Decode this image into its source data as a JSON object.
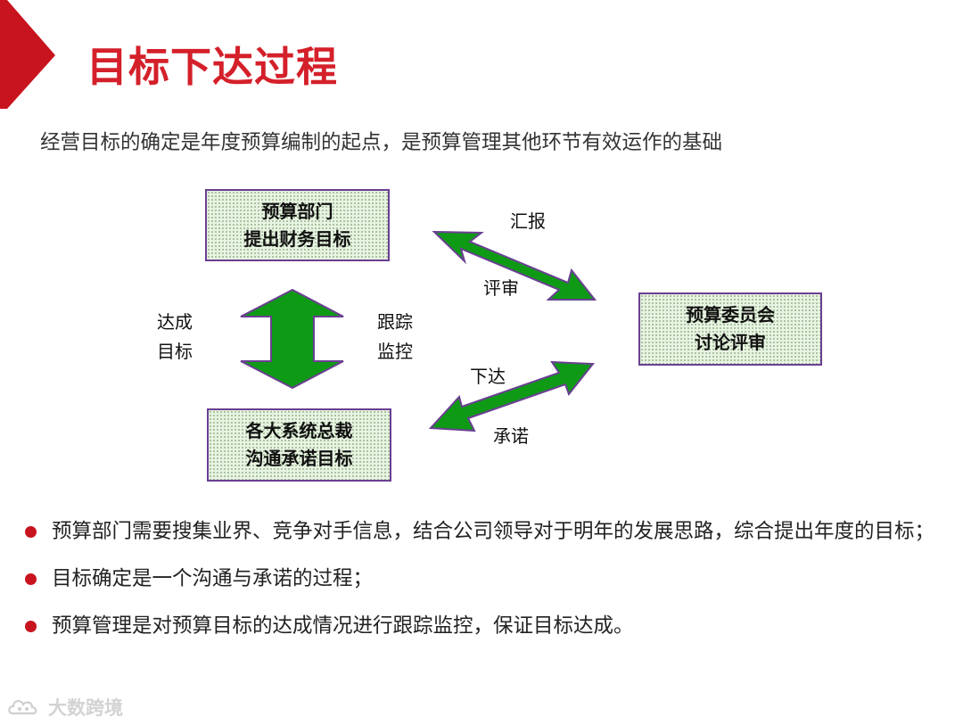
{
  "title": "目标下达过程",
  "subtitle": "经营目标的确定是年度预算编制的起点，是预算管理其他环节有效运作的基础",
  "diagram": {
    "nodes": {
      "budget_dept": {
        "line1": "预算部门",
        "line2": "提出财务目标"
      },
      "budget_committee": {
        "line1": "预算委员会",
        "line2": "讨论评审"
      },
      "system_heads": {
        "line1": "各大系统总裁",
        "line2": "沟通承诺目标"
      }
    },
    "labels": {
      "achieve": {
        "line1": "达成",
        "line2": "目标"
      },
      "track": {
        "line1": "跟踪",
        "line2": "监控"
      },
      "report": "汇报",
      "review": "评审",
      "assign": "下达",
      "commit": "承诺"
    },
    "colors": {
      "arrow_fill": "#0f9a16",
      "border": "#6a3f92",
      "box_fill": "#e8f4e2"
    }
  },
  "bullets": [
    "预算部门需要搜集业界、竞争对手信息，结合公司领导对于明年的发展思路，综合提出年度的目标；",
    "目标确定是一个沟通与承诺的过程；",
    "预算管理是对预算目标的达成情况进行跟踪监控，保证目标达成。"
  ],
  "watermark": {
    "text": "大数跨境",
    "logo_icon": "cloud-logo-icon"
  },
  "colors": {
    "title": "#d4202a",
    "accent": "#c8141e"
  }
}
